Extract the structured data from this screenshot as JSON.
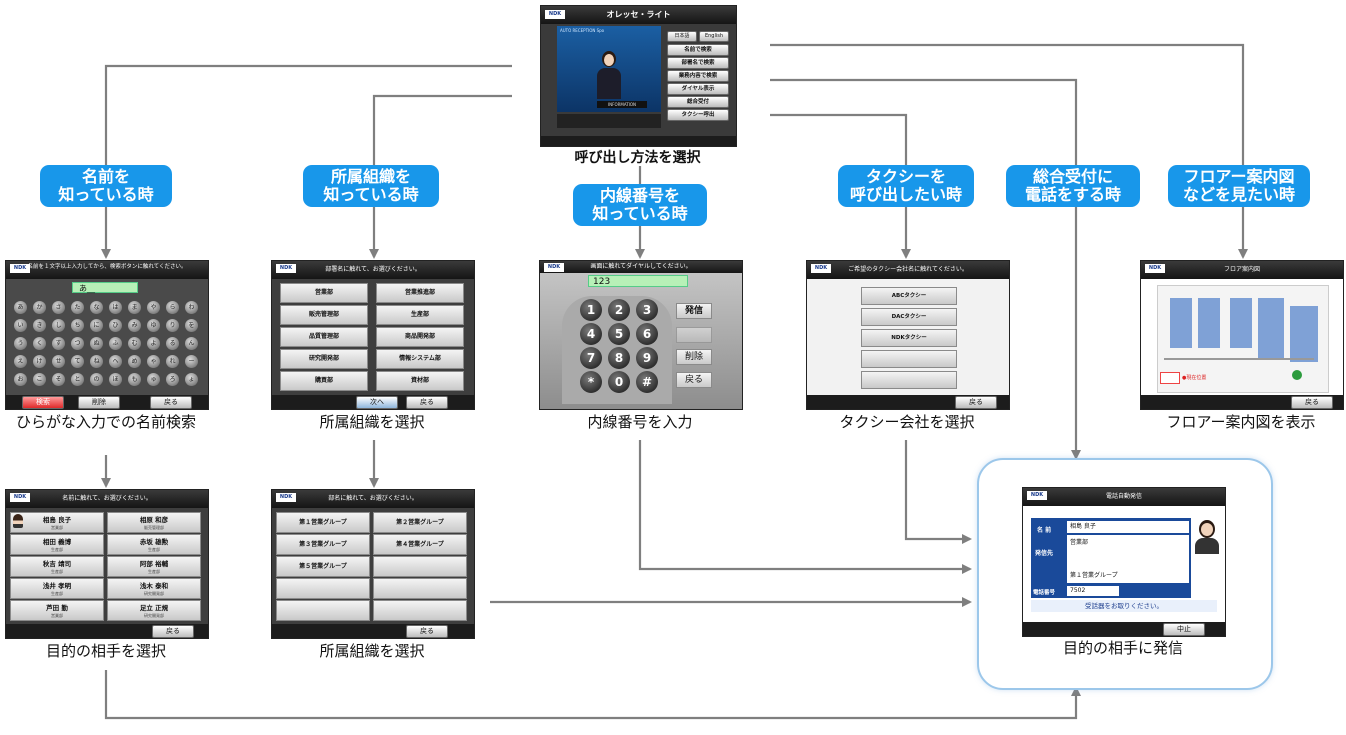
{
  "main_screen": {
    "title": "オレッセ・ライト",
    "banner": "AUTO RECEPTION Spo",
    "lang_ja": "日本語",
    "lang_en": "English",
    "menu": [
      "名前で検索",
      "部署名で検索",
      "業務内容で検索",
      "ダイヤル表示",
      "総合受付",
      "タクシー呼出"
    ],
    "info_label": "INFORMATION",
    "caption": "呼び出し方法を選択"
  },
  "bubbles": {
    "name": [
      "名前を",
      "知っている時"
    ],
    "dept": [
      "所属組織を",
      "知っている時"
    ],
    "ext": [
      "内線番号を",
      "知っている時"
    ],
    "taxi": [
      "タクシーを",
      "呼び出したい時"
    ],
    "reception": [
      "総合受付に",
      "電話をする時"
    ],
    "floor": [
      "フロアー案内図",
      "などを見たい時"
    ]
  },
  "screens": {
    "hiragana": {
      "header": "名前を１文字以上入力してから、検索ボタンに触れてください。",
      "input_value": "あ__",
      "search_btn": "検索",
      "delete_btn": "削除",
      "back_btn": "戻る",
      "keys": [
        "あ",
        "か",
        "さ",
        "た",
        "な",
        "は",
        "ま",
        "や",
        "ら",
        "わ",
        "い",
        "き",
        "し",
        "ち",
        "に",
        "ひ",
        "み",
        "ゆ",
        "り",
        "を",
        "う",
        "く",
        "す",
        "つ",
        "ぬ",
        "ふ",
        "む",
        "よ",
        "る",
        "ん",
        "え",
        "け",
        "せ",
        "て",
        "ね",
        "へ",
        "め",
        "ゃ",
        "れ",
        "ー",
        "お",
        "こ",
        "そ",
        "と",
        "の",
        "ほ",
        "も",
        "ゅ",
        "ろ",
        "ょ"
      ],
      "caption": "ひらがな入力での名前検索"
    },
    "dept_select": {
      "header": "部署名に触れて、お選びください。",
      "items": [
        "営業部",
        "営業推進部",
        "販売管理部",
        "生産部",
        "品質管理部",
        "商品開発部",
        "研究開発部",
        "情報システム部",
        "購買部",
        "資材部"
      ],
      "next_btn": "次へ",
      "back_btn": "戻る",
      "caption": "所属組織を選択"
    },
    "extension": {
      "header": "画面に触れてダイヤルしてください。",
      "input_value": "123",
      "keys": [
        "1",
        "2",
        "3",
        "4",
        "5",
        "6",
        "7",
        "8",
        "9",
        "*",
        "0",
        "#"
      ],
      "call_btn": "発信",
      "delete_btn": "削除",
      "back_btn": "戻る",
      "caption": "内線番号を入力"
    },
    "taxi": {
      "header": "ご希望のタクシー会社名に触れてください。",
      "items": [
        "ABCタクシー",
        "DACタクシー",
        "NDKタクシー",
        "",
        ""
      ],
      "back_btn": "戻る",
      "caption": "タクシー会社を選択"
    },
    "floor": {
      "header": "フロア案内図",
      "marker": "●現在位置",
      "back_btn": "戻る",
      "caption": "フロアー案内図を表示"
    },
    "person_select": {
      "header": "名前に触れて、お選びください。",
      "people": [
        {
          "name": "相島 良子",
          "dept": "営業部"
        },
        {
          "name": "相原 和彦",
          "dept": "販売管理部"
        },
        {
          "name": "相田 義博",
          "dept": "生産部"
        },
        {
          "name": "赤坂 雄勲",
          "dept": "生産部"
        },
        {
          "name": "秋吉 靖司",
          "dept": "生産部"
        },
        {
          "name": "阿部 裕輔",
          "dept": "生産部"
        },
        {
          "name": "浅井 孝明",
          "dept": "生産部"
        },
        {
          "name": "浅木 泰和",
          "dept": "研究開発部"
        },
        {
          "name": "芦田 勤",
          "dept": "営業部"
        },
        {
          "name": "足立 正規",
          "dept": "研究開発部"
        }
      ],
      "back_btn": "戻る",
      "caption": "目的の相手を選択"
    },
    "group_select": {
      "header": "部名に触れて、お選びください。",
      "items": [
        "第１営業グループ",
        "第２営業グループ",
        "第３営業グループ",
        "第４営業グループ",
        "第５営業グループ",
        "",
        "",
        "",
        "",
        ""
      ],
      "back_btn": "戻る",
      "caption": "所属組織を選択"
    },
    "dialing": {
      "header": "電話自動発信",
      "name_label": "名 前",
      "name_value": "相島 良子",
      "dest_label": "発信先",
      "dest_dept": "営業部",
      "dest_group": "第１営業グループ",
      "phone_label": "電話番号",
      "phone_value": "7502",
      "message": "受話器をお取りください。",
      "cancel_btn": "中止",
      "caption": "目的の相手に発信"
    }
  },
  "colors": {
    "bubble": "#1897ea",
    "arrow": "#7f7f7f",
    "highlight": "#9cc7ea"
  }
}
